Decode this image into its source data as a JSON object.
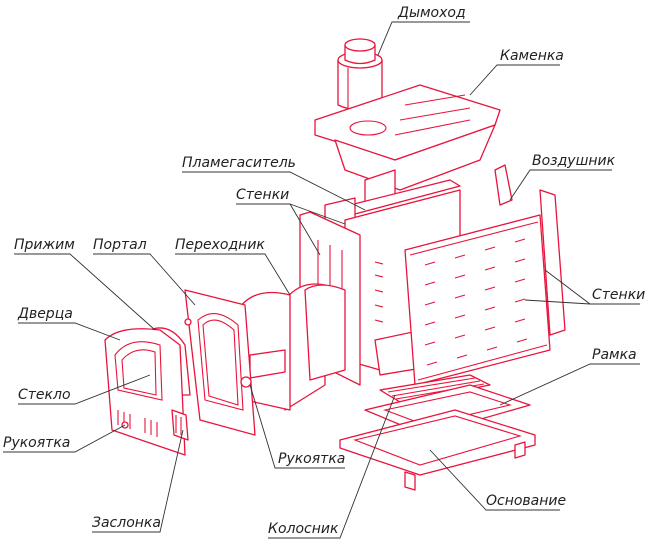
{
  "colors": {
    "part": "#e8143c",
    "leader": "#333333"
  },
  "labels": {
    "chimney": "Дымоход",
    "stone_box": "Каменка",
    "air_duct": "Воздушник",
    "flame_damper": "Пламегаситель",
    "walls_top": "Стенки",
    "clamp": "Прижим",
    "portal": "Портал",
    "adapter": "Переходник",
    "walls_right": "Стенки",
    "door": "Дверца",
    "frame": "Рамка",
    "glass": "Стекло",
    "handle_left": "Рукоятка",
    "handle_mid": "Рукоятка",
    "base": "Основание",
    "damper": "Заслонка",
    "grate": "Колосник"
  }
}
